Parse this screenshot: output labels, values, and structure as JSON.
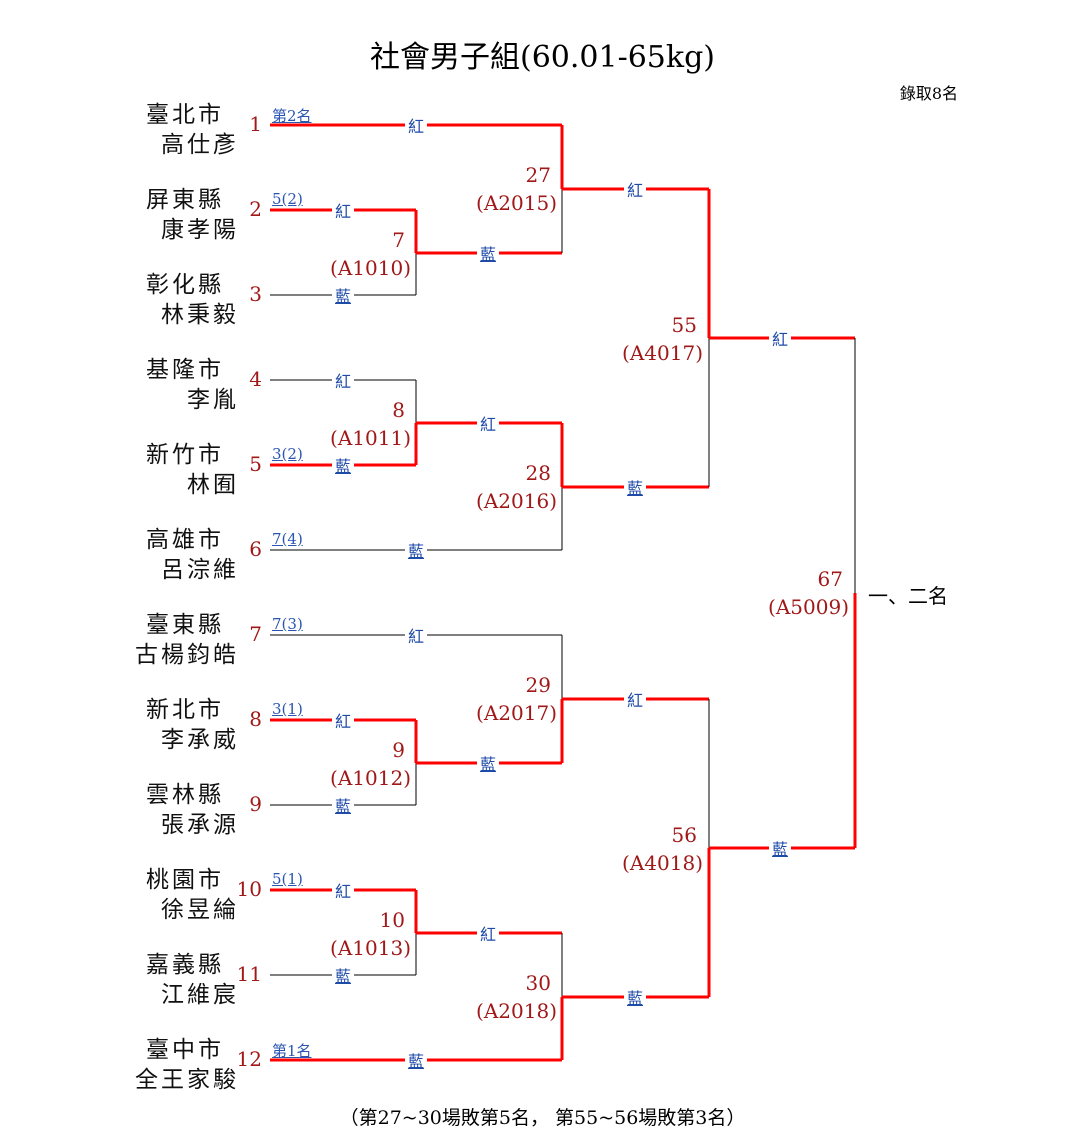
{
  "title": "社會男子組(60.01-65kg)",
  "quota": "錄取8名",
  "entrants": [
    {
      "seed": "1",
      "city": "臺北市",
      "name": "高仕彥",
      "note": "第2名"
    },
    {
      "seed": "2",
      "city": "屏東縣",
      "name": "康孝陽",
      "note": "5(2)"
    },
    {
      "seed": "3",
      "city": "彰化縣",
      "name": "林秉毅",
      "note": ""
    },
    {
      "seed": "4",
      "city": "基隆市",
      "name": "李胤",
      "note": ""
    },
    {
      "seed": "5",
      "city": "新竹市",
      "name": "林囿",
      "note": "3(2)"
    },
    {
      "seed": "6",
      "city": "高雄市",
      "name": "呂淙維",
      "note": "7(4)"
    },
    {
      "seed": "7",
      "city": "臺東縣",
      "name": "古楊鈞皓",
      "note": "7(3)"
    },
    {
      "seed": "8",
      "city": "新北市",
      "name": "李承威",
      "note": "3(1)"
    },
    {
      "seed": "9",
      "city": "雲林縣",
      "name": "張承源",
      "note": ""
    },
    {
      "seed": "10",
      "city": "桃園市",
      "name": "徐昱綸",
      "note": "5(1)"
    },
    {
      "seed": "11",
      "city": "嘉義縣",
      "name": "江維宸",
      "note": ""
    },
    {
      "seed": "12",
      "city": "臺中市",
      "name": "全王家駿",
      "note": "第1名"
    }
  ],
  "matches": [
    {
      "number": "7",
      "code": "(A1010)",
      "red": "紅",
      "blue": "藍"
    },
    {
      "number": "8",
      "code": "(A1011)",
      "red": "紅",
      "blue": "藍"
    },
    {
      "number": "9",
      "code": "(A1012)",
      "red": "紅",
      "blue": "藍"
    },
    {
      "number": "10",
      "code": "(A1013)",
      "red": "紅",
      "blue": "藍"
    },
    {
      "number": "27",
      "code": "(A2015)",
      "red": "紅",
      "blue": "藍"
    },
    {
      "number": "28",
      "code": "(A2016)",
      "red": "紅",
      "blue": "藍"
    },
    {
      "number": "29",
      "code": "(A2017)",
      "red": "紅",
      "blue": "藍"
    },
    {
      "number": "30",
      "code": "(A2018)",
      "red": "紅",
      "blue": "藍"
    },
    {
      "number": "55",
      "code": "(A4017)",
      "red": "紅",
      "blue": "藍"
    },
    {
      "number": "56",
      "code": "(A4018)",
      "red": "紅",
      "blue": "藍"
    },
    {
      "number": "67",
      "code": "(A5009)",
      "red": "紅",
      "blue": "藍"
    }
  ],
  "final_label": "一、二名",
  "footer": "（第27~30場敗第5名， 第55~56場敗第3名）",
  "colors": {
    "win_line": "#ff0000",
    "line": "#000000",
    "seed": "#a01818",
    "corner": "#1e4aa8"
  }
}
